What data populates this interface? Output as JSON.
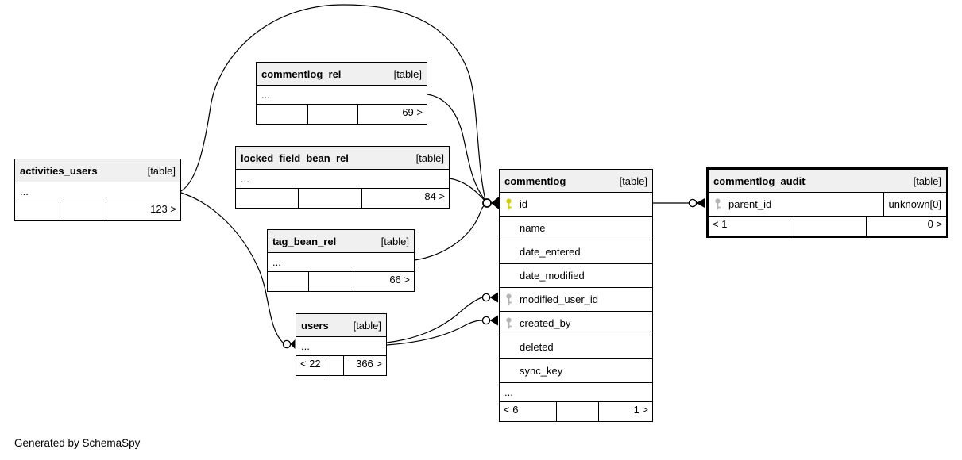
{
  "footer_note": "Generated by SchemaSpy",
  "colors": {
    "primary_key": "#cfcf00",
    "foreign_key": "#b3b3b3",
    "header_bg": "#f0f0f0"
  },
  "tables": [
    {
      "name": "activities_users",
      "type_label": "[table]",
      "rows": [
        {
          "label": "..."
        }
      ],
      "stats": {
        "left": "",
        "mid": "",
        "right": "123 >"
      }
    },
    {
      "name": "commentlog_rel",
      "type_label": "[table]",
      "rows": [
        {
          "label": "..."
        }
      ],
      "stats": {
        "left": "",
        "mid": "",
        "right": "69 >"
      }
    },
    {
      "name": "locked_field_bean_rel",
      "type_label": "[table]",
      "rows": [
        {
          "label": "..."
        }
      ],
      "stats": {
        "left": "",
        "mid": "",
        "right": "84 >"
      }
    },
    {
      "name": "tag_bean_rel",
      "type_label": "[table]",
      "rows": [
        {
          "label": "..."
        }
      ],
      "stats": {
        "left": "",
        "mid": "",
        "right": "66 >"
      }
    },
    {
      "name": "users",
      "type_label": "[table]",
      "rows": [
        {
          "label": "..."
        }
      ],
      "stats": {
        "left": "< 22",
        "mid": "",
        "right": "366 >"
      }
    },
    {
      "name": "commentlog",
      "type_label": "[table]",
      "rows": [
        {
          "label": "id",
          "key": "primary"
        },
        {
          "label": "name"
        },
        {
          "label": "date_entered"
        },
        {
          "label": "date_modified"
        },
        {
          "label": "modified_user_id",
          "key": "foreign"
        },
        {
          "label": "created_by",
          "key": "foreign"
        },
        {
          "label": "deleted"
        },
        {
          "label": "sync_key"
        },
        {
          "label": "..."
        }
      ],
      "stats": {
        "left": "< 6",
        "mid": "",
        "right": "1 >"
      }
    },
    {
      "name": "commentlog_audit",
      "type_label": "[table]",
      "rows": [
        {
          "label": "parent_id",
          "key": "foreign",
          "type": "unknown[0]"
        }
      ],
      "stats": {
        "left": "< 1",
        "mid": "",
        "right": "0 >"
      }
    }
  ],
  "relationships": [
    {
      "source": "activities_users",
      "target": "commentlog.id",
      "marker_at_target": "zero-or-many"
    },
    {
      "source": "commentlog_rel",
      "target": "commentlog.id",
      "marker_at_target": "zero-or-many"
    },
    {
      "source": "locked_field_bean_rel",
      "target": "commentlog.id",
      "marker_at_target": "zero-or-many"
    },
    {
      "source": "tag_bean_rel",
      "target": "commentlog.id",
      "marker_at_target": "zero-or-many"
    },
    {
      "source": "activities_users",
      "target": "users",
      "marker_at_target": "zero-or-many"
    },
    {
      "source": "users",
      "target": "commentlog.modified_user_id",
      "marker_at_target": "zero-or-many"
    },
    {
      "source": "users",
      "target": "commentlog.created_by",
      "marker_at_target": "zero-or-many"
    },
    {
      "source": "commentlog.id",
      "target": "commentlog_audit.parent_id",
      "marker_at_target": "zero-or-many"
    }
  ]
}
